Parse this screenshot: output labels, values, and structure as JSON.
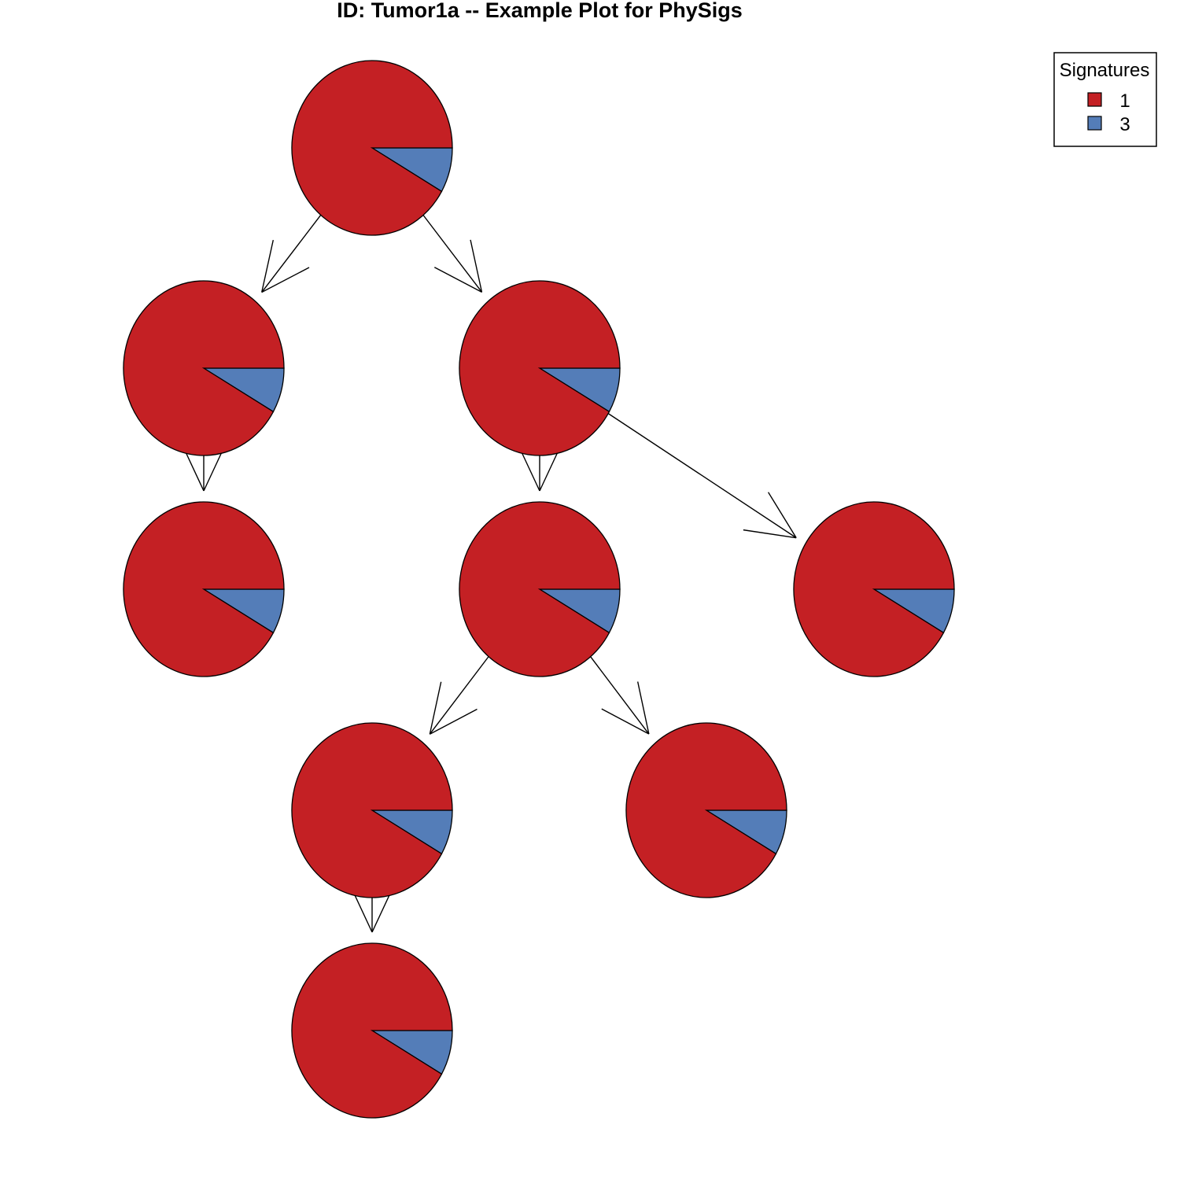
{
  "chart_data": {
    "type": "pie",
    "title": "ID: Tumor1a -- Example Plot for PhySigs",
    "legend": {
      "title": "Signatures",
      "placement": "top-right",
      "entries": [
        {
          "label": "1",
          "color": "#C42024"
        },
        {
          "label": "3",
          "color": "#547DB8"
        }
      ]
    },
    "series": [
      {
        "name": "1",
        "color": "#C42024"
      },
      {
        "name": "3",
        "color": "#547DB8"
      }
    ],
    "nodes": [
      {
        "id": "n1",
        "values": [
          0.917,
          0.083
        ]
      },
      {
        "id": "n2",
        "values": [
          0.917,
          0.083
        ]
      },
      {
        "id": "n3",
        "values": [
          0.917,
          0.083
        ]
      },
      {
        "id": "n4",
        "values": [
          0.917,
          0.083
        ]
      },
      {
        "id": "n5",
        "values": [
          0.917,
          0.083
        ]
      },
      {
        "id": "n6",
        "values": [
          0.917,
          0.083
        ]
      },
      {
        "id": "n7",
        "values": [
          0.917,
          0.083
        ]
      },
      {
        "id": "n8",
        "values": [
          0.917,
          0.083
        ]
      },
      {
        "id": "n9",
        "values": [
          0.917,
          0.083
        ]
      }
    ],
    "edges": [
      {
        "from": "n1",
        "to": "n2"
      },
      {
        "from": "n1",
        "to": "n3"
      },
      {
        "from": "n2",
        "to": "n4"
      },
      {
        "from": "n3",
        "to": "n5"
      },
      {
        "from": "n3",
        "to": "n6"
      },
      {
        "from": "n5",
        "to": "n7"
      },
      {
        "from": "n5",
        "to": "n8"
      },
      {
        "from": "n7",
        "to": "n9"
      }
    ]
  }
}
